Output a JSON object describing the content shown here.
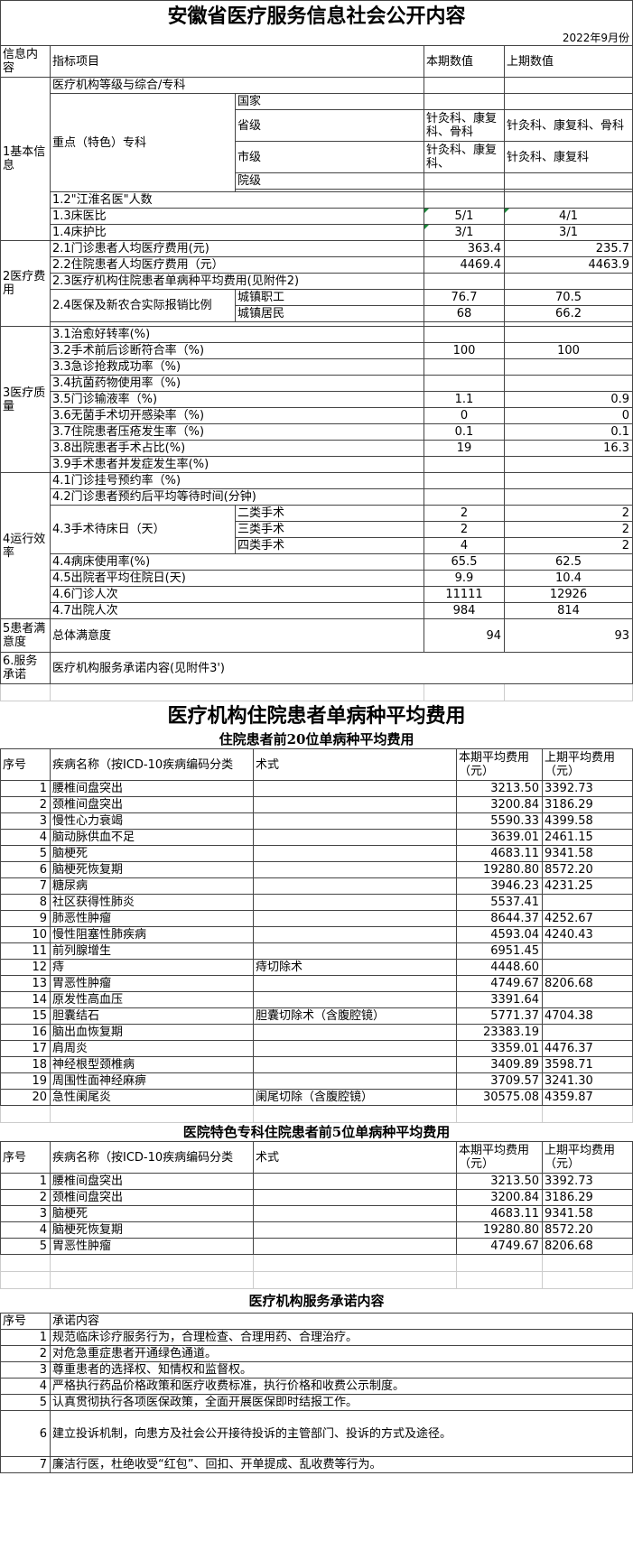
{
  "title": "安徽省医疗服务信息社会公开内容",
  "date": "2022年9月份",
  "header": {
    "cat": "信息内容",
    "item": "指标项目",
    "cur": "本期数值",
    "prev": "上期数值"
  },
  "basic": {
    "cat": "1基本信息",
    "r0": "医疗机构等级与综合/专科",
    "key": "重点（特色）专科",
    "lv": [
      "国家",
      "省级",
      "市级",
      "院级"
    ],
    "prov_cur": "针灸科、康复科、骨科",
    "prov_prev": "针灸科、康复科、骨科",
    "city_cur": "针灸科、康复科、",
    "city_prev": "针灸科、康复科",
    "r2": "1.2\"江淮名医\"人数",
    "r3": "1.3床医比",
    "r3c": "5/1",
    "r3p": "4/1",
    "r4": "1.4床护比",
    "r4c": "3/1",
    "r4p": "3/1"
  },
  "cost": {
    "cat": "2医疗费用",
    "r1": "2.1门诊患者人均医疗费用(元)",
    "r1c": "363.4",
    "r1p": "235.7",
    "r2": "2.2住院患者人均医疗费用（元）",
    "r2c": "4469.4",
    "r2p": "4463.9",
    "r3": "2.3医疗机构住院患者单病种平均费用(见附件2)",
    "r4": "2.4医保及新农合实际报销比例",
    "s1": "城镇职工",
    "s1c": "76.7",
    "s1p": "70.5",
    "s2": "城镇居民",
    "s2c": "68",
    "s2p": "66.2"
  },
  "quality": {
    "cat": "3医疗质量",
    "rows": [
      {
        "n": "3.1治愈好转率(%)",
        "c": "",
        "p": ""
      },
      {
        "n": "3.2手术前后诊断符合率（%)",
        "c": "100",
        "p": "100"
      },
      {
        "n": "3.3急诊抢救成功率（%)",
        "c": "",
        "p": ""
      },
      {
        "n": "3.4抗菌药物使用率（%)",
        "c": "",
        "p": ""
      },
      {
        "n": "3.5门诊输液率（%)",
        "c": "1.1",
        "p": "0.9"
      },
      {
        "n": "3.6无菌手术切开感染率（%)",
        "c": "0",
        "p": "0"
      },
      {
        "n": "3.7住院患者压疮发生率（%)",
        "c": "0.1",
        "p": "0.1"
      },
      {
        "n": "3.8出院患者手术占比(%)",
        "c": "19",
        "p": "16.3"
      },
      {
        "n": "3.9手术患者并发症发生率(%)",
        "c": "",
        "p": ""
      }
    ]
  },
  "ops": {
    "cat": "4运行效率",
    "r1": "4.1门诊挂号预约率（%)",
    "r2": "4.2门诊患者预约后平均等待时间(分钟)",
    "r3": "4.3手术待床日（天）",
    "sub": [
      {
        "n": "二类手术",
        "c": "2",
        "p": "2"
      },
      {
        "n": "三类手术",
        "c": "2",
        "p": "2"
      },
      {
        "n": "四类手术",
        "c": "4",
        "p": "2"
      }
    ],
    "rows": [
      {
        "n": "4.4病床使用率(%)",
        "c": "65.5",
        "p": "62.5"
      },
      {
        "n": "4.5出院者平均住院日(天)",
        "c": "9.9",
        "p": "10.4"
      },
      {
        "n": "4.6门诊人次",
        "c": "11111",
        "p": "12926"
      },
      {
        "n": "4.7出院人次",
        "c": "984",
        "p": "814"
      }
    ]
  },
  "sat": {
    "cat": "5患者满意度",
    "n": "总体满意度",
    "c": "94",
    "p": "93"
  },
  "svc": {
    "cat": "6.服务承诺",
    "n": "医疗机构服务承诺内容(见附件3')"
  },
  "sec2": {
    "title": "医疗机构住院患者单病种平均费用",
    "sub": "住院患者前20位单病种平均费用",
    "hdr": {
      "no": "序号",
      "name": "疾病名称（按ICD-10疾病编码分类",
      "op": "术式",
      "cur": "本期平均费用（元）",
      "prev": "上期平均费用（元）"
    },
    "rows": [
      {
        "no": "1",
        "name": "腰椎间盘突出",
        "op": "",
        "c": "3213.50",
        "p": "3392.73"
      },
      {
        "no": "2",
        "name": "颈椎间盘突出",
        "op": "",
        "c": "3200.84",
        "p": "3186.29"
      },
      {
        "no": "3",
        "name": "慢性心力衰竭",
        "op": "",
        "c": "5590.33",
        "p": "4399.58"
      },
      {
        "no": "4",
        "name": "脑动脉供血不足",
        "op": "",
        "c": "3639.01",
        "p": "2461.15"
      },
      {
        "no": "5",
        "name": "脑梗死",
        "op": "",
        "c": "4683.11",
        "p": "9341.58"
      },
      {
        "no": "6",
        "name": "脑梗死恢复期",
        "op": "",
        "c": "19280.80",
        "p": "8572.20"
      },
      {
        "no": "7",
        "name": "糖尿病",
        "op": "",
        "c": "3946.23",
        "p": "4231.25"
      },
      {
        "no": "8",
        "name": "社区获得性肺炎",
        "op": "",
        "c": "5537.41",
        "p": ""
      },
      {
        "no": "9",
        "name": "肺恶性肿瘤",
        "op": "",
        "c": "8644.37",
        "p": "4252.67"
      },
      {
        "no": "10",
        "name": "慢性阻塞性肺疾病",
        "op": "",
        "c": "4593.04",
        "p": "4240.43"
      },
      {
        "no": "11",
        "name": "前列腺增生",
        "op": "",
        "c": "6951.45",
        "p": ""
      },
      {
        "no": "12",
        "name": "痔",
        "op": "痔切除术",
        "c": "4448.60",
        "p": ""
      },
      {
        "no": "13",
        "name": "胃恶性肿瘤",
        "op": "",
        "c": "4749.67",
        "p": "8206.68"
      },
      {
        "no": "14",
        "name": "原发性高血压",
        "op": "",
        "c": "3391.64",
        "p": ""
      },
      {
        "no": "15",
        "name": "胆囊结石",
        "op": "胆囊切除术（含腹腔镜）",
        "c": "5771.37",
        "p": "4704.38"
      },
      {
        "no": "16",
        "name": "脑出血恢复期",
        "op": "",
        "c": "23383.19",
        "p": ""
      },
      {
        "no": "17",
        "name": "肩周炎",
        "op": "",
        "c": "3359.01",
        "p": "4476.37"
      },
      {
        "no": "18",
        "name": "神经根型颈椎病",
        "op": "",
        "c": "3409.89",
        "p": "3598.71"
      },
      {
        "no": "19",
        "name": "周围性面神经麻痹",
        "op": "",
        "c": "3709.57",
        "p": "3241.30"
      },
      {
        "no": "20",
        "name": "急性阑尾炎",
        "op": "阑尾切除（含腹腔镜）",
        "c": "30575.08",
        "p": "4359.87"
      }
    ]
  },
  "sec3": {
    "title": "医院特色专科住院患者前5位单病种平均费用",
    "rows": [
      {
        "no": "1",
        "name": "腰椎间盘突出",
        "op": "",
        "c": "3213.50",
        "p": "3392.73"
      },
      {
        "no": "2",
        "name": "颈椎间盘突出",
        "op": "",
        "c": "3200.84",
        "p": "3186.29"
      },
      {
        "no": "3",
        "name": "脑梗死",
        "op": "",
        "c": "4683.11",
        "p": "9341.58"
      },
      {
        "no": "4",
        "name": "脑梗死恢复期",
        "op": "",
        "c": "19280.80",
        "p": "8572.20"
      },
      {
        "no": "5",
        "name": "胃恶性肿瘤",
        "op": "",
        "c": "4749.67",
        "p": "8206.68"
      }
    ]
  },
  "sec4": {
    "title": "医疗机构服务承诺内容",
    "hdr": {
      "no": "序号",
      "text": "承诺内容"
    },
    "rows": [
      {
        "no": "1",
        "t": "规范临床诊疗服务行为，合理检查、合理用药、合理治疗。"
      },
      {
        "no": "2",
        "t": "对危急重症患者开通绿色通道。"
      },
      {
        "no": "3",
        "t": "尊重患者的选择权、知情权和监督权。"
      },
      {
        "no": "4",
        "t": "严格执行药品价格政策和医疗收费标准，执行价格和收费公示制度。"
      },
      {
        "no": "5",
        "t": "认真贯彻执行各项医保政策，全面开展医保即时结报工作。"
      },
      {
        "no": "6",
        "t": "建立投诉机制，向患方及社会公开接待投诉的主管部门、投诉的方式及途径。"
      },
      {
        "no": "7",
        "t": "廉洁行医，杜绝收受“红包”、回扣、开单提成、乱收费等行为。"
      }
    ]
  }
}
